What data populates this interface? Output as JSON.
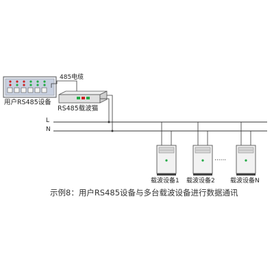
{
  "diagram": {
    "cable_label": "485电缆",
    "user_device_label": "用户RS485设备",
    "carrier_module_label": "RS485载波猫",
    "line_L": "L",
    "line_N": "N",
    "devices": [
      {
        "label": "载波设备1"
      },
      {
        "label": "载波设备2"
      },
      {
        "label": "载波设备N"
      }
    ],
    "ellipsis": "······",
    "caption": "示例8：用户RS485设备与多台载波设备进行数据通讯",
    "colors": {
      "line": "#333333",
      "panel": "#c8d0e0",
      "module_body": "#e0e0e0",
      "led_red": "#cc2222",
      "led_green": "#22aa44"
    }
  }
}
